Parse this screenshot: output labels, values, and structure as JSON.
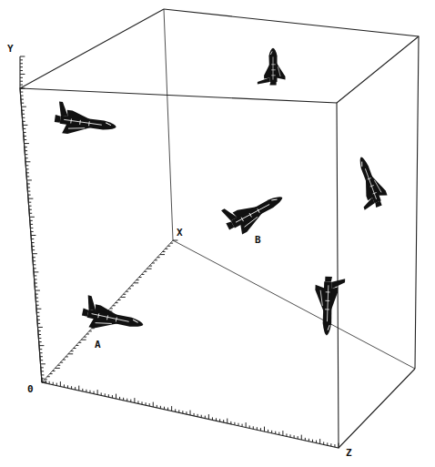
{
  "diagram": {
    "labels": [
      "Y",
      "X",
      "0",
      "Z",
      "A",
      "B"
    ]
  }
}
